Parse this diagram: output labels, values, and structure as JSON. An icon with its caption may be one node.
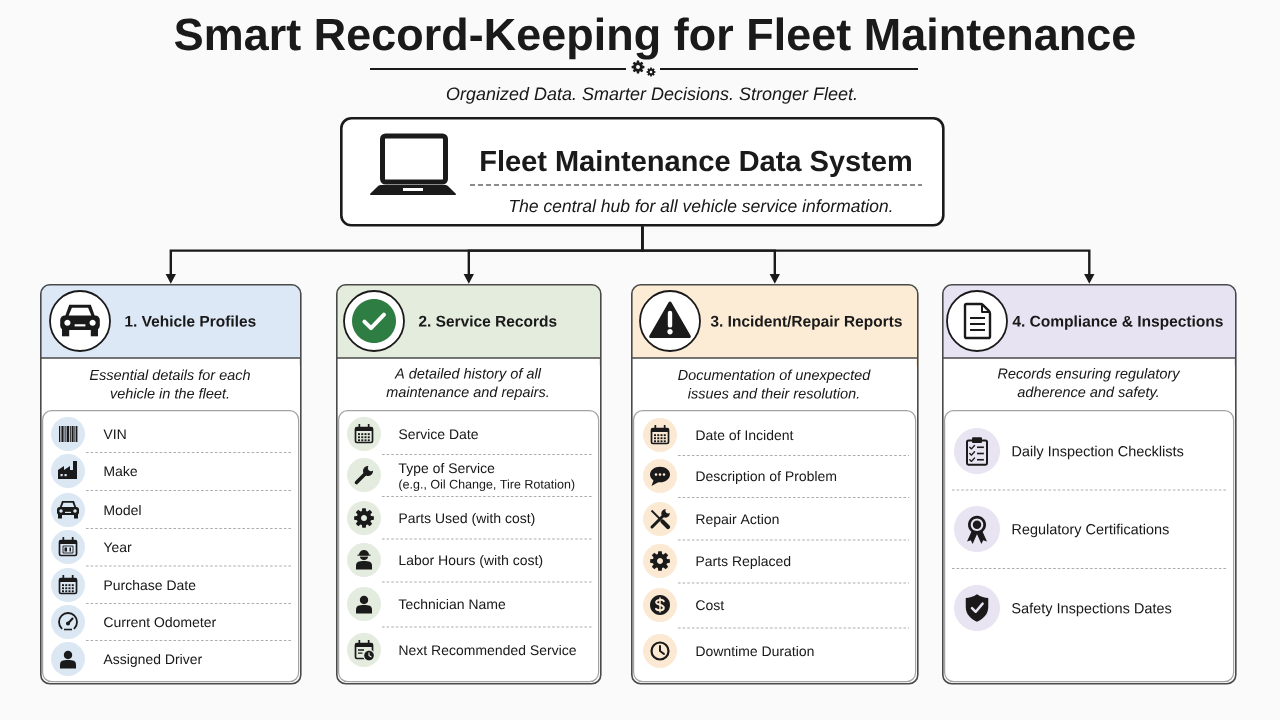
{
  "diagram": {
    "title": "Smart Record-Keeping for Fleet Maintenance",
    "nodes": [
      {
        "text": [
          "Fleet Maintenance Data System",
          "The central hub for all vehicle service information."
        ]
      },
      {
        "text": [
          "1. Vehicle Profiles",
          "Essential details for each vehicle in the fleet."
        ]
      },
      {
        "text": [
          "VIN",
          "Make",
          "Model",
          "Year",
          "Purchase Date",
          "Current Odometer",
          "Assigned Driver"
        ],
        "in": 1
      },
      {
        "text": [
          "2. Service Records",
          "A detailed history of all maintenance and repairs."
        ]
      },
      {
        "text": [
          "Service Date",
          "Type of Service",
          "(e.g., Oil Change, Tire Rotation)",
          "Parts Used (with cost)",
          "Labor Hours (with cost)",
          "Technician Name",
          "Next Recommended Service"
        ],
        "in": 3
      },
      {
        "text": [
          "3. Incident/Repair Reports",
          "Documentation of unexpected issues and their resolution."
        ]
      },
      {
        "text": [
          "Date of Incident",
          "Description of Problem",
          "Repair Action",
          "Parts Replaced",
          "Cost",
          "Downtime Duration"
        ],
        "in": 5
      },
      {
        "text": [
          "4. Compliance & Inspections",
          "Records ensuring regulatory adherence and safety."
        ]
      },
      {
        "text": [
          "Daily Inspection Checklists",
          "Regulatory Certifications",
          "Safety Inspections Dates"
        ],
        "in": 7
      }
    ],
    "edges": [
      {
        "from": 0,
        "to": 1,
        "arrow": "to"
      },
      {
        "from": 0,
        "to": 3,
        "arrow": "to"
      },
      {
        "from": 0,
        "to": 5,
        "arrow": "to"
      },
      {
        "from": 0,
        "to": 7,
        "arrow": "to"
      }
    ],
    "labels": [
      "Organized Data. Smarter Decisions. Stronger Fleet."
    ]
  }
}
